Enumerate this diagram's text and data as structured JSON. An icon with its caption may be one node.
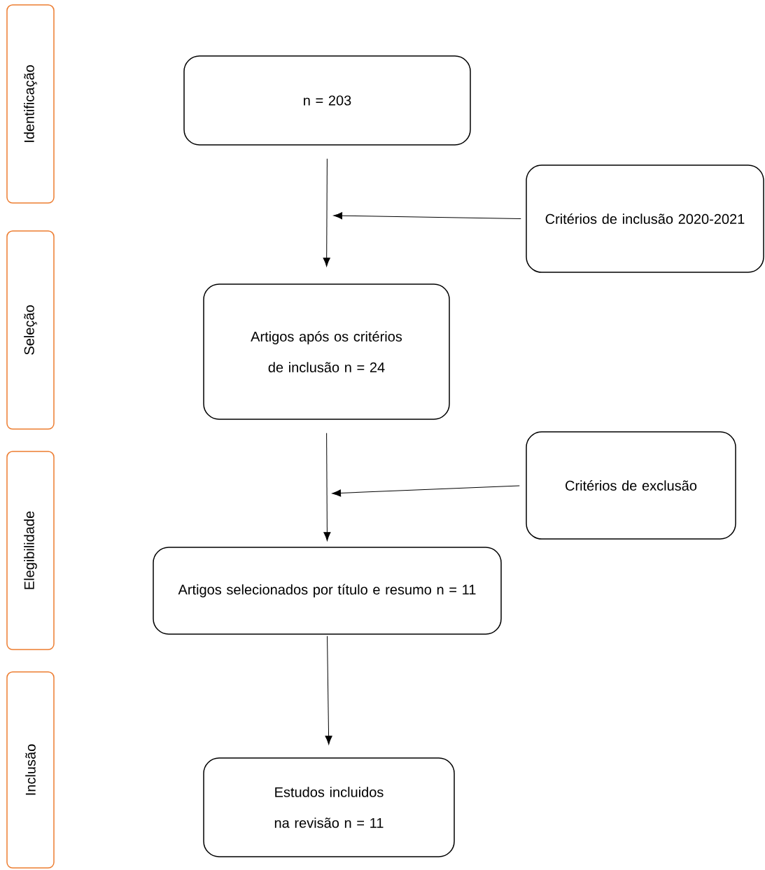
{
  "diagram": {
    "nodes": [
      {
        "text": [
          "Identificação"
        ]
      },
      {
        "text": [
          "Seleção"
        ]
      },
      {
        "text": [
          "Elegibilidade"
        ]
      },
      {
        "text": [
          "Inclusão"
        ]
      },
      {
        "text": [
          "n = 203"
        ]
      },
      {
        "text": [
          "Critérios de inclusão 2020-2021"
        ]
      },
      {
        "text": [
          "Artigos após os critérios de inclusão n = 24"
        ]
      },
      {
        "text": [
          "Critérios de exclusão"
        ]
      },
      {
        "text": [
          "Artigos selecionados por título e resumo n = 11"
        ]
      },
      {
        "text": [
          "Estudos incluidos na revisão n = 11"
        ]
      }
    ],
    "edges": [
      {
        "from": 4,
        "to": 6,
        "arrow": "to"
      },
      {
        "from": 5,
        "to": null,
        "arrow": "to"
      },
      {
        "from": 6,
        "to": 8,
        "arrow": "to"
      },
      {
        "from": 7,
        "to": null,
        "arrow": "to"
      },
      {
        "from": 8,
        "to": 9,
        "arrow": "to"
      }
    ]
  }
}
